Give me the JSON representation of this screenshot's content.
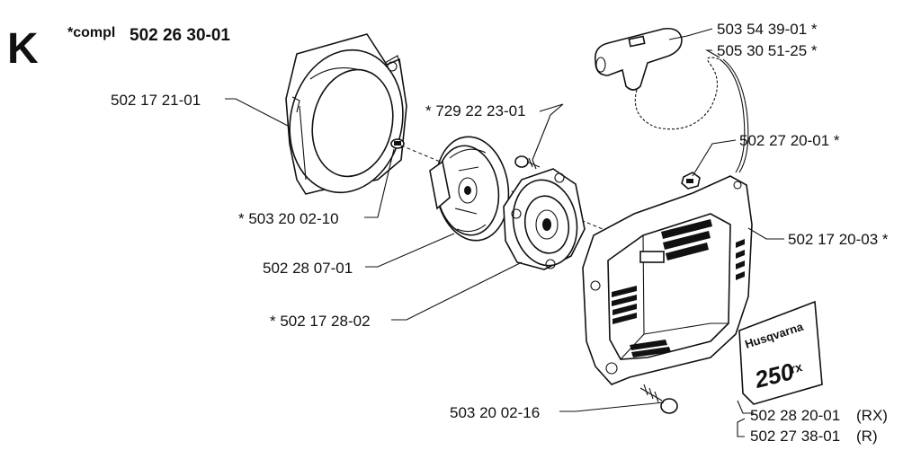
{
  "section_letter": "K",
  "complete_prefix": "*compl",
  "complete_number": "502 26 30-01",
  "parts": {
    "handle": "503 54 39-01 *",
    "cord": "505 30 51-25 *",
    "housing_ring": "502 17 21-01",
    "screw_top": "* 729 22 23-01",
    "nut_small": "502 27 20-01 *",
    "screw_small": "* 503 20 02-10",
    "cover": "502 17 20-03 *",
    "pulley": "502 28 07-01",
    "spring_cassette": "* 502 17 28-02",
    "screw_bottom": "503 20 02-16",
    "decal_rx": "502 28 20-01",
    "decal_r": "502 27 38-01"
  },
  "variants": {
    "rx": "(RX)",
    "r": "(R)"
  },
  "decal": {
    "brand": "Husqvarna",
    "model": "250",
    "suffix": "rx"
  }
}
